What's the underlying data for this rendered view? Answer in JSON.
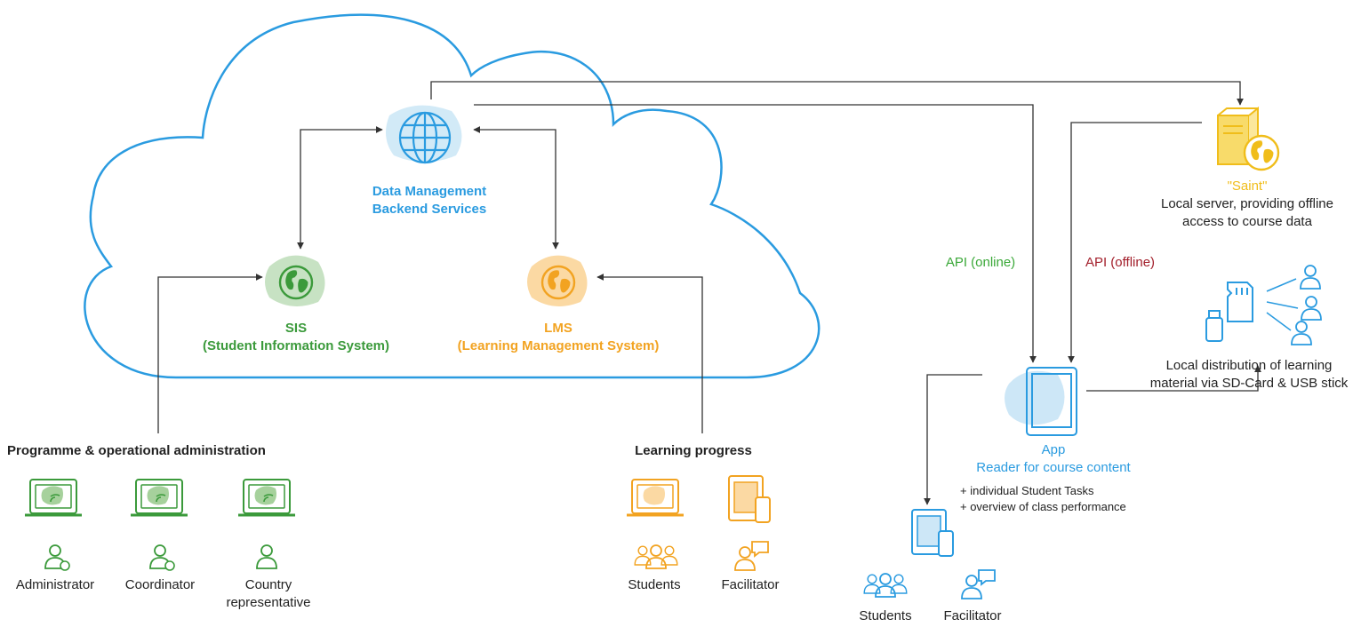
{
  "backend": {
    "line1": "Data Management",
    "line2": "Backend Services"
  },
  "sis": {
    "line1": "SIS",
    "line2": "(Student Information System)"
  },
  "lms": {
    "line1": "LMS",
    "line2": "(Learning Management System)"
  },
  "saint": {
    "title": "\"Saint\"",
    "line1": "Local server, providing offline",
    "line2": "access to course data"
  },
  "api": {
    "online": "API (online)",
    "offline": "API (offline)"
  },
  "distribution": {
    "line1": "Local distribution of learning",
    "line2": "material via SD-Card & USB stick"
  },
  "app": {
    "title": "App",
    "subtitle": "Reader for course content",
    "bullet1": "+ individual Student Tasks",
    "bullet2": "+ overview of class performance"
  },
  "admin_section": {
    "heading": "Programme & operational administration",
    "roles": [
      "Administrator",
      "Coordinator",
      "Country",
      "representative"
    ]
  },
  "learning_section": {
    "heading": "Learning progress",
    "roles": [
      "Students",
      "Facilitator"
    ]
  },
  "app_users": {
    "roles": [
      "Students",
      "Facilitator"
    ]
  },
  "colors": {
    "cloud": "#2a9be0",
    "sis": "#3b9a3b",
    "lms": "#f2a321",
    "saint": "#f0bd1a",
    "api_online": "#3aa838",
    "api_offline": "#a3202c"
  }
}
